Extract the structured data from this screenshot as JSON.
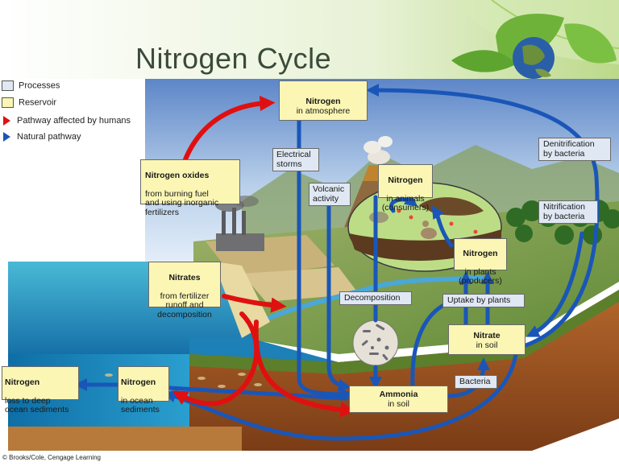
{
  "title": "Nitrogen Cycle",
  "legend": {
    "processes": "Processes",
    "reservoir": "Reservoir",
    "human": "Pathway affected by humans",
    "natural": "Natural pathway"
  },
  "colors": {
    "human_pathway": "#e01010",
    "natural_pathway": "#1a56b8",
    "process_box": "#dfe8f3",
    "reservoir_box": "#fbf6b4"
  },
  "reservoirs": {
    "atmosphere": {
      "title": "Nitrogen",
      "sub": "in atmosphere"
    },
    "animals": {
      "title": "Nitrogen",
      "sub": "in animals\n(consumers)"
    },
    "plants": {
      "title": "Nitrogen",
      "sub": "in plants\n(producers)"
    },
    "nitrate_soil": {
      "title": "Nitrate",
      "sub": "in soil"
    },
    "ammonia_soil": {
      "title": "Ammonia",
      "sub": "in soil"
    },
    "ocean_sediments": {
      "title": "Nitrogen",
      "sub": "in ocean\nsediments"
    },
    "deep_loss": {
      "title": "Nitrogen",
      "sub": "loss to deep\nocean sediments"
    },
    "nitrogen_oxides": {
      "title": "Nitrogen oxides",
      "sub": "from burning fuel\nand using inorganic\nfertilizers"
    },
    "nitrates_fertilizer": {
      "title": "Nitrates",
      "sub": "from fertilizer\nrunoff and\ndecomposition"
    }
  },
  "processes": {
    "electrical_storms": "Electrical\nstorms",
    "volcanic_activity": "Volcanic\nactivity",
    "denitrification": "Denitrification\nby bacteria",
    "nitrification": "Nitrification\nby bacteria",
    "decomposition": "Decomposition",
    "uptake": "Uptake by plants",
    "bacteria": "Bacteria"
  },
  "credit": "© Brooks/Cole, Cengage Learning"
}
